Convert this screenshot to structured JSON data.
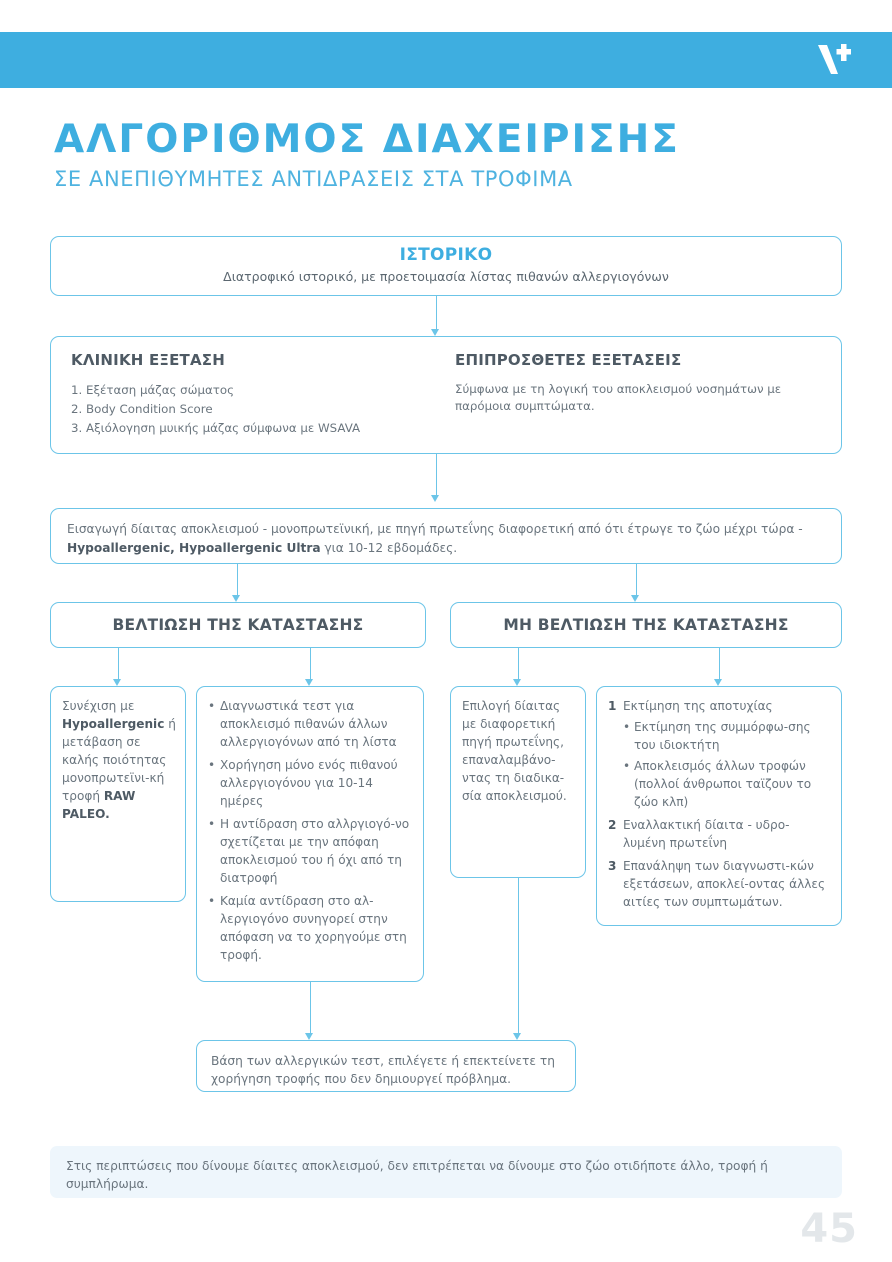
{
  "header": {
    "logo_name": "v-plus-logo",
    "band_color": "#3eaee0"
  },
  "titles": {
    "main": "ΑΛΓΟΡΙΘΜΟΣ ΔΙΑΧΕΙΡΙΣΗΣ",
    "sub": "ΣΕ ΑΝΕΠΙΘΥΜΗΤΕΣ ΑΝΤΙΔΡΑΣΕΙΣ ΣΤΑ ΤΡΟΦΙΜΑ"
  },
  "history": {
    "title": "ΙΣΤΟΡΙΚΟ",
    "subtitle": "Διατροφικό ιστορικό, με προετοιμασία λίστας πιθανών αλλεργιογόνων"
  },
  "exam": {
    "left_heading": "ΚΛΙΝΙΚΗ ΕΞΕΤΑΣΗ",
    "left_items": [
      "1. Εξέταση μάζας σώματος",
      "2. Body Condition Score",
      "3. Αξιόλογηση μυικής μάζας σύμφωνα με WSAVA"
    ],
    "right_heading": "ΕΠΙΠΡΟΣΘΕΤΕΣ ΕΞΕΤΑΣΕΙΣ",
    "right_text": "Σύμφωνα με τη λογική του αποκλεισμού νοσημάτων με παρόμοια συμπτώματα."
  },
  "diet": {
    "text_part1": "Εισαγωγή δίαιτας αποκλεισμού - μονοπρωτεϊνική, με πηγή πρωτεΐνης διαφορετική από ότι έτρωγε το ζώο μέχρι τώρα - ",
    "text_bold": "Hypoallergenic, Hypoallergenic Ultra",
    "text_part2": " για 10-12 εβδομάδες."
  },
  "decisions": {
    "improve": "ΒΕΛΤΙΩΣΗ ΤΗΣ ΚΑΤΑΣΤΑΣΗΣ",
    "no_improve": "ΜΗ ΒΕΛΤΙΩΣΗ ΤΗΣ ΚΑΤΑΣΤΑΣΗΣ"
  },
  "columns": {
    "col1": {
      "part1": "Συνέχιση με ",
      "bold1": "Hypoallergenic",
      "part2": " ή μετάβαση σε καλής ποιότητας μονοπρωτεϊνι-κή τροφή ",
      "bold2": "RAW PALEO."
    },
    "col2": {
      "items": [
        "Διαγνωστικά τεστ για αποκλεισμό πιθανών άλλων αλλεργιογόνων από τη λίστα",
        "Χορήγηση μόνο ενός πιθανού αλλεργιογόνου για 10-14 ημέρες",
        "Η αντίδραση στο αλλργιογό-νο σχετίζεται με την απόφαη αποκλεισμού του ή όχι από τη διατροφή",
        "Καμία αντίδραση στο αλ-λεργιογόνο συνηγορεί στην απόφαση να το χορηγούμε στη τροφή."
      ]
    },
    "col3": {
      "text": "Επιλογή δίαιτας με διαφορετική πηγή πρωτεΐνης, επαναλαμβάνο-ντας τη διαδικα-σία αποκλεισμού."
    },
    "col4": {
      "items": [
        {
          "num": "1",
          "text": "Εκτίμηση της αποτυχίας",
          "sub": [
            "Εκτίμηση της συμμόρφω-σης του ιδιοκτήτη",
            "Αποκλεισμός άλλων τροφών (πολλοί άνθρωποι ταϊζουν το ζώο κλπ)"
          ]
        },
        {
          "num": "2",
          "text": "Εναλλακτική δίαιτα - υδρο-λυμένη πρωτεΐνη",
          "sub": []
        },
        {
          "num": "3",
          "text": "Επανάληψη των διαγνωστι-κών εξετάσεων, αποκλεί-οντας άλλες αιτίες των συμπτωμάτων.",
          "sub": []
        }
      ]
    }
  },
  "summary": {
    "text": "Βάση των αλλεργικών τεστ, επιλέγετε ή επεκτείνετε τη χορήγηση τροφής που δεν δημιουργεί πρόβλημα."
  },
  "footnote": {
    "text": "Στις περιπτώσεις που δίνουμε δίαιτες αποκλεισμού, δεν επιτρέπεται να δίνουμε στο ζώο οτιδήποτε άλλο, τροφή ή συμπλήρωμα."
  },
  "page": {
    "number": "45"
  }
}
